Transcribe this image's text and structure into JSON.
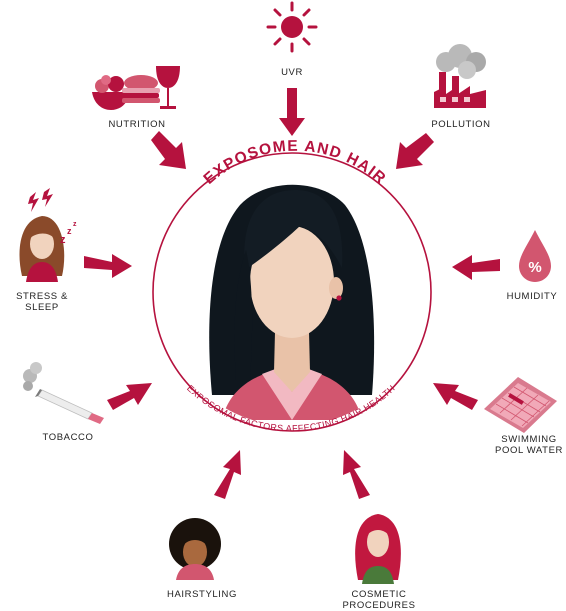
{
  "title": "EXPOSOME AND HAIR",
  "subtitle": "EXPOSOMAL FACTORS AFFECTING HAIR HEALTH",
  "colors": {
    "accent": "#b5123e",
    "accent_light": "#e06a84",
    "skin": "#f1d3be",
    "hair": "#101820",
    "grey": "#b9b9b9"
  },
  "factors": {
    "uvr": {
      "label": "UVR",
      "icon": "sun-icon"
    },
    "nutrition": {
      "label": "NUTRITION",
      "icon": "food-and-wine-icon"
    },
    "pollution": {
      "label": "POLLUTION",
      "icon": "factory-icon"
    },
    "stress_sleep": {
      "label": "STRESS & SLEEP",
      "icon": "stressed-woman-icon"
    },
    "humidity": {
      "label": "HUMIDITY",
      "icon": "humidity-drop-icon",
      "symbol": "%"
    },
    "tobacco": {
      "label": "TOBACCO",
      "icon": "cigarette-icon"
    },
    "swimming": {
      "label_line1": "SWIMMING",
      "label_line2": "POOL WATER",
      "icon": "pool-tiles-icon"
    },
    "hairstyling": {
      "label": "HAIRSTYLING",
      "icon": "afro-hair-icon"
    },
    "cosmetic": {
      "label_line1": "COSMETIC",
      "label_line2": "PROCEDURES",
      "icon": "dyed-hair-woman-icon"
    }
  }
}
